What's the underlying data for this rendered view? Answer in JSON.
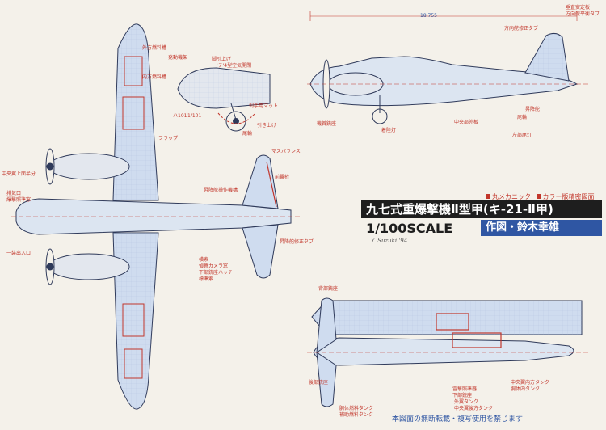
{
  "title": {
    "series": [
      "丸メカニック",
      "カラー版精密図面"
    ],
    "main": "九七式重爆撃機Ⅱ型甲(キ-21-Ⅱ甲)",
    "scale": "1/100SCALE",
    "author": "作図・鈴木幸雄",
    "signature": "Y. Suzuki '94"
  },
  "notice": "本図面の無断転載・複写使用を禁じます",
  "dimension": "18.755",
  "colors": {
    "paper": "#f4f1ea",
    "line": "#2f3a5a",
    "accent_red": "#c2362b",
    "accent_blue": "#2f56a3",
    "panel_fill": "#cfdcef"
  },
  "labels": {
    "plan": [
      "外方燃料槽",
      "内方燃料槽",
      "中央翼上面半分",
      "排気口",
      "爆撃照準窓",
      "一装出入口",
      "フラップ",
      "マスバランス",
      "前翼桁",
      "昇降舵操作機構",
      "昇降舵修正タブ",
      "横索",
      "偵察カメラ窓",
      "下部銃座ハッチ",
      "標準索"
    ],
    "nacelle": [
      "発動機架",
      "脚引上げ",
      "'テ'4型空気開閉",
      "ハ101",
      "1/101",
      "引き上げ",
      "刹手用マット",
      "尾輪"
    ],
    "side": [
      "方向舵修正タブ",
      "尾輪",
      "中央部外板",
      "垂直安定板",
      "方向舵平衡タブ",
      "昇降舵",
      "機首銃座",
      "着陸灯",
      "左部尾灯"
    ],
    "front": [
      "背部銃座",
      "後部銃座",
      "雷撃照準器",
      "下部銃座",
      "中央翼内方タンク",
      "胴体内タンク",
      "外翼タンク",
      "中央翼後方タンク",
      "胴体燃料タンク",
      "補助燃料タンク"
    ]
  }
}
